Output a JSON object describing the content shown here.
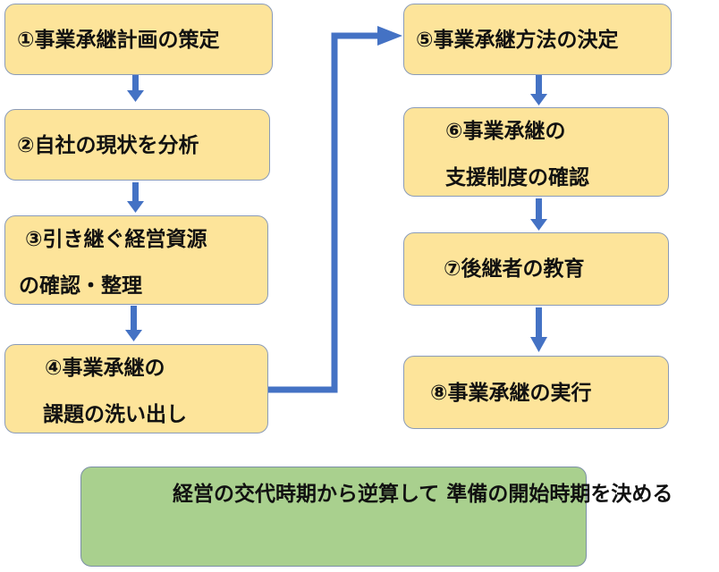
{
  "steps": {
    "s1": {
      "line1": "①事業承継計画の策定"
    },
    "s2": {
      "line1": "②自社の現状を分析"
    },
    "s3": {
      "line1": "③引き継ぐ経営資源",
      "line2": "の確認・整理"
    },
    "s4": {
      "line1": "④事業承継の",
      "line2": "課題の洗い出し"
    },
    "s5": {
      "line1": "⑤事業承継方法の決定"
    },
    "s6": {
      "line1": "⑥事業承継の",
      "line2": "支援制度の確認"
    },
    "s7": {
      "line1": "⑦後継者の教育"
    },
    "s8": {
      "line1": "⑧事業承継の実行"
    }
  },
  "note": {
    "line1": "経営の交代時期から逆算して",
    "line2": "準備の開始時期を決める"
  },
  "colors": {
    "box_fill": "#fde49a",
    "note_fill": "#a9d08e",
    "arrow": "#4472c4"
  }
}
